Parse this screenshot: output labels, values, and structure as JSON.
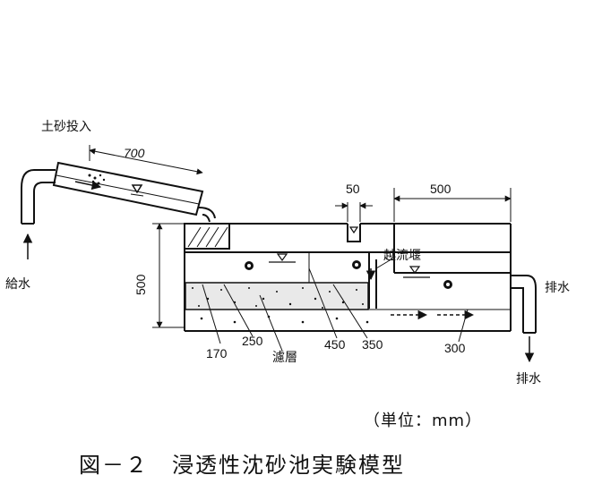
{
  "labels": {
    "sediment_input": "土砂投入",
    "water_supply": "給水",
    "overflow_weir": "越流堰",
    "drain_right": "排水",
    "drain_bottom": "排水",
    "filter_layer": "濾層"
  },
  "dimensions": {
    "d700": "700",
    "d50": "50",
    "d500_top": "500",
    "d500_height": "500",
    "d170": "170",
    "d250": "250",
    "d450": "450",
    "d350": "350",
    "d300": "300"
  },
  "unit_note": "（単位：mm）",
  "caption": "図－２　浸透性沈砂池実験模型"
}
